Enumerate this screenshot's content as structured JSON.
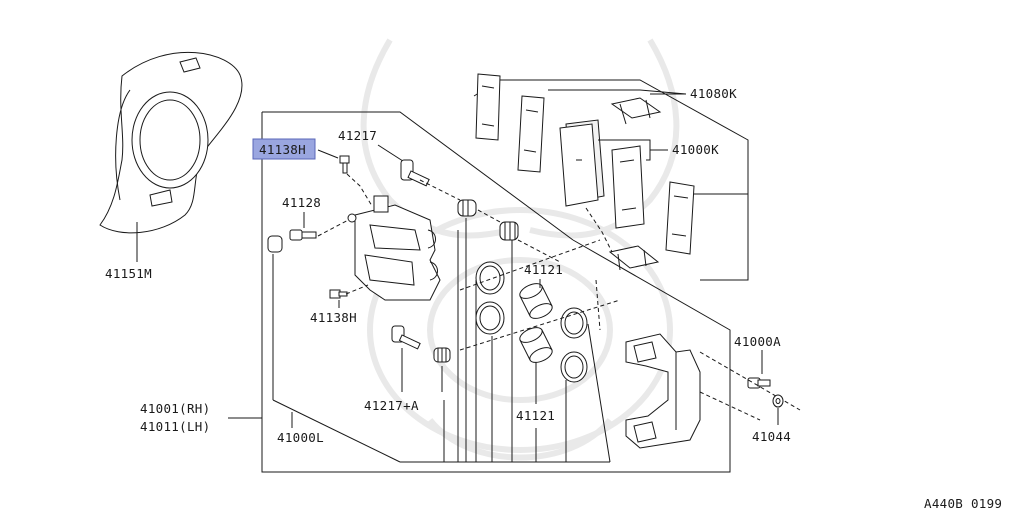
{
  "diagram": {
    "colors": {
      "line": "#1a1a1a",
      "highlight": "#9aa6e0",
      "watermark": "#e9e9e9"
    },
    "labels": {
      "p41151M": "41151M",
      "p41138H_top": "41138H",
      "p41217": "41217",
      "p41128": "41128",
      "p41138H_mid": "41138H",
      "p41217A": "41217+A",
      "p41080K": "41080K",
      "p41000K": "41000K",
      "p41121_top": "41121",
      "p41121_bot": "41121",
      "p41000A": "41000A",
      "p41044": "41044",
      "p41001": "41001(RH)",
      "p41011": "41011(LH)",
      "p41000L": "41000L",
      "footer_code": "A440B 0199"
    },
    "highlighted_label": "41138H",
    "watermark": "logo"
  }
}
